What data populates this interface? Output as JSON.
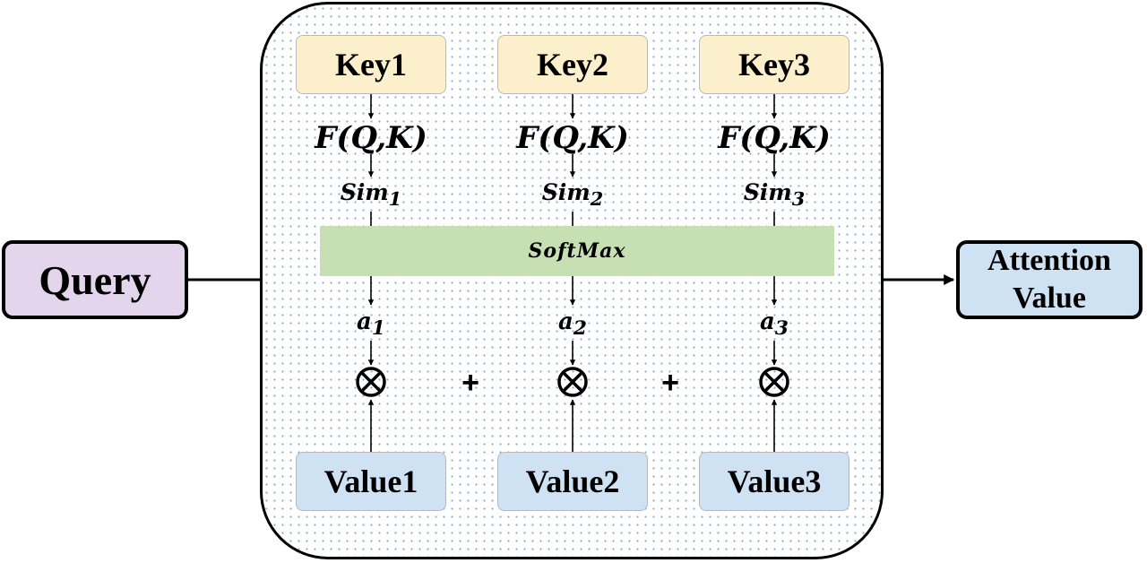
{
  "query": {
    "label": "Query"
  },
  "attention_value": {
    "line1": "Attention",
    "line2": "Value"
  },
  "keys": [
    "Key1",
    "Key2",
    "Key3"
  ],
  "functions": [
    "F(Q,K)",
    "F(Q,K)",
    "F(Q,K)"
  ],
  "similarities": [
    {
      "base": "Sim",
      "sub": "1"
    },
    {
      "base": "Sim",
      "sub": "2"
    },
    {
      "base": "Sim",
      "sub": "3"
    }
  ],
  "softmax": {
    "label": "SoftMax"
  },
  "weights": [
    {
      "base": "a",
      "sub": "1"
    },
    {
      "base": "a",
      "sub": "2"
    },
    {
      "base": "a",
      "sub": "3"
    }
  ],
  "plus_signs": [
    "+",
    "+"
  ],
  "values": [
    "Value1",
    "Value2",
    "Value3"
  ],
  "colors": {
    "key_fill": "#fcefcc",
    "value_fill": "#cfe2f3",
    "query_fill": "#e3d6ec",
    "softmax_fill": "#c6e0b4",
    "panel_dots": "#7fa6cf"
  }
}
